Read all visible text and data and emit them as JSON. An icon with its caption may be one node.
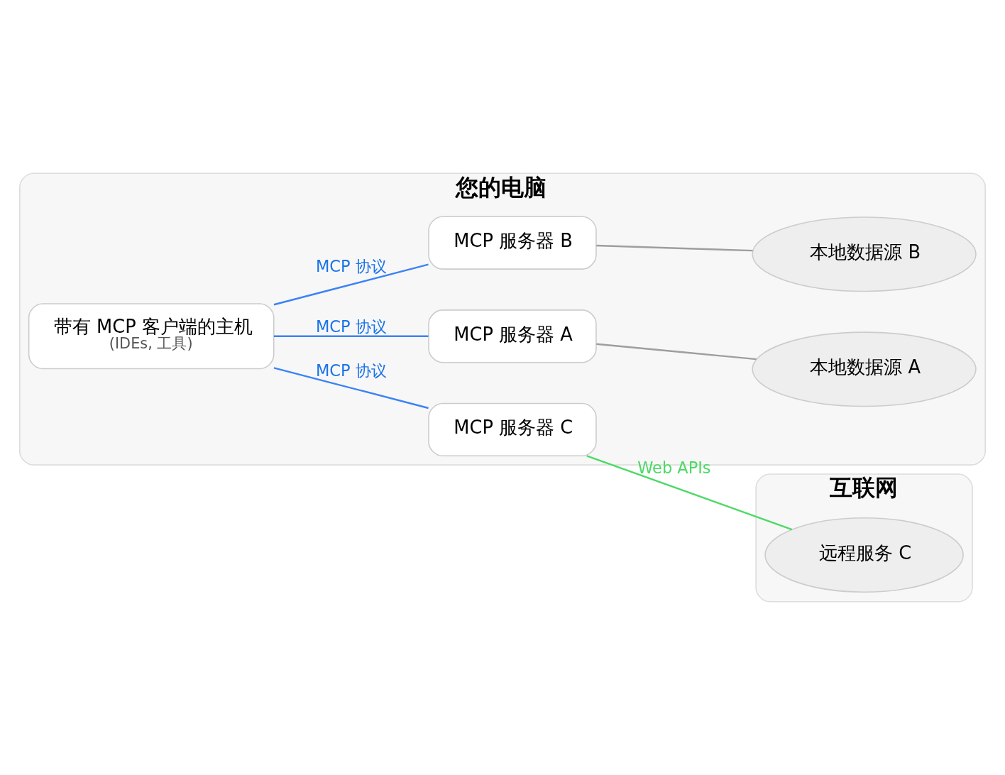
{
  "diagram": {
    "nodes": [
      {
        "text": [
          "您的电脑"
        ]
      },
      {
        "text": [
          "带有 MCP 客户端的主机",
          "(IDEs, 工具)"
        ],
        "in": 0
      },
      {
        "text": [
          "MCP 服务器 A"
        ],
        "in": 0
      },
      {
        "text": [
          "MCP 服务器 B"
        ],
        "in": 0
      },
      {
        "text": [
          "MCP 服务器 C"
        ],
        "in": 0
      },
      {
        "text": [
          "本地数据源 A"
        ],
        "in": 0
      },
      {
        "text": [
          "本地数据源 B"
        ],
        "in": 0
      },
      {
        "text": [
          "互联网"
        ]
      },
      {
        "text": [
          "远程服务 C"
        ],
        "in": 7
      }
    ],
    "edges": [
      {
        "from": 1,
        "to": 2,
        "arrow": "none",
        "label": "MCP 协议"
      },
      {
        "from": 1,
        "to": 3,
        "arrow": "none",
        "label": "MCP 协议"
      },
      {
        "from": 1,
        "to": 4,
        "arrow": "none",
        "label": "MCP 协议"
      },
      {
        "from": 2,
        "to": 5,
        "arrow": "none",
        "color": "#9e9e9e"
      },
      {
        "from": 3,
        "to": 6,
        "arrow": "none",
        "color": "#9e9e9e"
      },
      {
        "from": 4,
        "to": 8,
        "arrow": "none",
        "label": "Web APIs",
        "color": "#4cd964"
      }
    ]
  }
}
